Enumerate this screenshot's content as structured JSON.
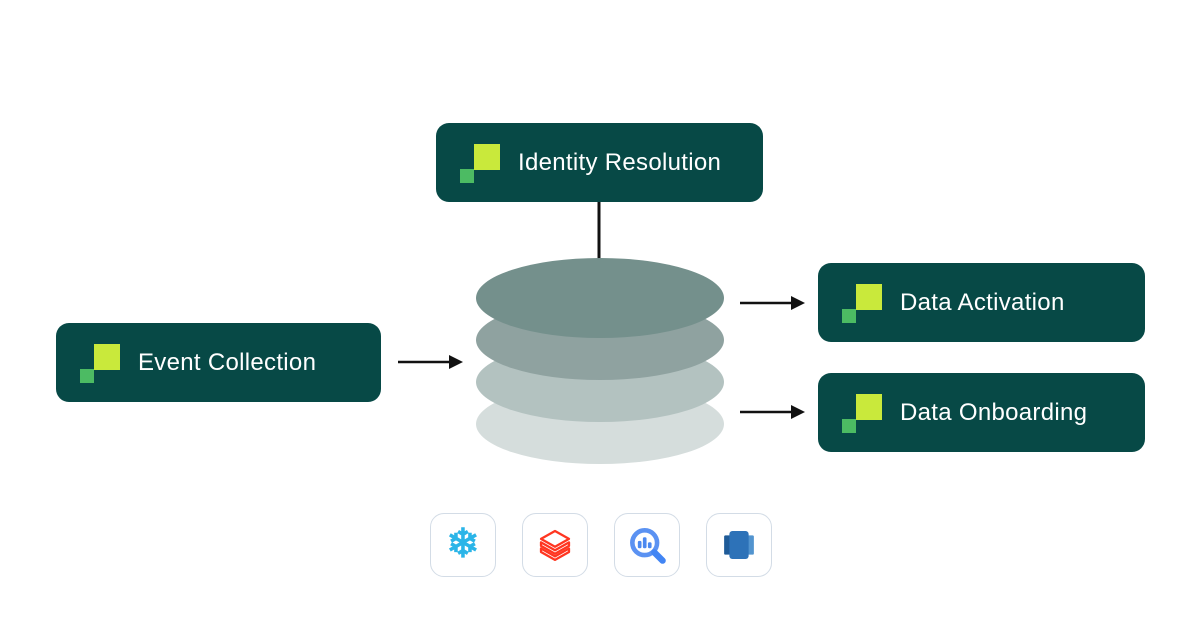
{
  "nodes": {
    "identity": {
      "label": "Identity Resolution"
    },
    "event": {
      "label": "Event Collection"
    },
    "activation": {
      "label": "Data Activation"
    },
    "onboarding": {
      "label": "Data Onboarding"
    }
  },
  "warehouse_stack": {
    "layer_colors": [
      "#74908c",
      "#8fa2a0",
      "#b3c2c0",
      "#d5dddc"
    ]
  },
  "integrations": [
    {
      "name": "snowflake-icon",
      "glyph": "❄",
      "color": "#2bb5e8"
    },
    {
      "name": "databricks-icon",
      "color": "#ff3621"
    },
    {
      "name": "bigquery-icon",
      "color": "#4285f4"
    },
    {
      "name": "redshift-icon",
      "color": "#2d72b8"
    }
  ],
  "colors": {
    "node_background": "#074946",
    "node_text": "#ffffff",
    "logo_lime": "#c9e93b",
    "logo_green": "#4cbb63",
    "connector": "#111111",
    "tile_border": "#d3dce6",
    "canvas_background": "#ffffff"
  }
}
